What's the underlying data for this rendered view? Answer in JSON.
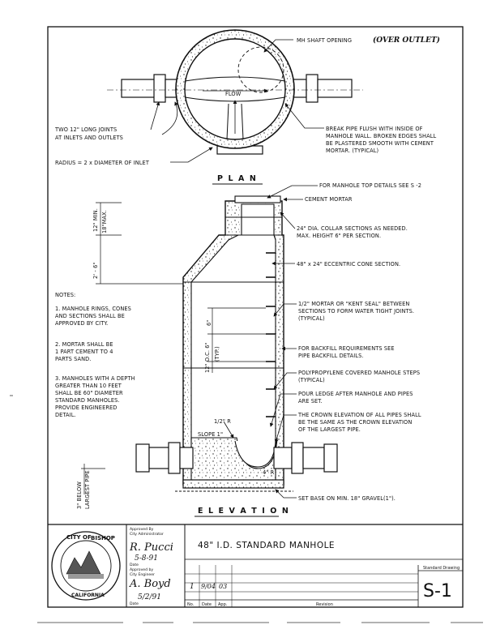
{
  "plan": {
    "title": "P L A N",
    "flow": "FLOW",
    "mh_shaft": "MH SHAFT OPENING",
    "mh_shaft_hand": "(OVER  OUTLET)",
    "joints": [
      "TWO 12\" LONG JOINTS",
      "AT INLETS AND OUTLETS"
    ],
    "break_pipe": [
      "BREAK PIPE FLUSH WITH INSIDE OF",
      "MANHOLE WALL.  BROKEN EDGES SHALL",
      "BE PLASTERED SMOOTH WITH CEMENT",
      "MORTAR.  (TYPICAL)"
    ],
    "radius": "RADIUS = 2 x DIAMETER OF INLET"
  },
  "elevation": {
    "title": "E L E V A T I O N",
    "callouts": {
      "top_details": "FOR MANHOLE TOP DETAILS SEE S -2",
      "mortar": "CEMENT MORTAR",
      "collar": [
        "24\" DIA. COLLAR SECTIONS AS NEEDED.",
        "MAX. HEIGHT 6\" PER SECTION."
      ],
      "cone": "48\" x 24\" ECCENTRIC CONE SECTION.",
      "seal": [
        "1/2\" MORTAR OR \"KENT SEAL\" BETWEEN",
        "SECTIONS TO FORM WATER TIGHT JOINTS.",
        "(TYPICAL)"
      ],
      "backfill": [
        "FOR BACKFILL REQUIREMENTS SEE",
        "PIPE BACKFILL DETAILS."
      ],
      "steps": [
        "POLYPROPYLENE COVERED MANHOLE STEPS",
        "(TYPICAL)"
      ],
      "ledge": [
        "POUR LEDGE AFTER MANHOLE AND PIPES",
        "ARE SET."
      ],
      "crown": [
        "THE CROWN ELEVATION OF ALL PIPES SHALL",
        "BE THE SAME AS THE CROWN ELEVATION",
        "OF THE LARGEST PIPE."
      ],
      "base": "SET BASE ON MIN. 18\" GRAVEL(1\")."
    },
    "dims": {
      "d12min": "12\" MIN.",
      "d18max": "18\"MAX.",
      "d2_6": "2' - 6\"",
      "d6": "6\"",
      "d12oc": "12\" O.C. 6\"",
      "typ": "(TYP.)",
      "half_r": "1/2\" R",
      "slope": "SLOPE 1\"",
      "four_r": "4\" R",
      "below": [
        "3\" BELOW",
        "LARGEST PIPE"
      ]
    }
  },
  "notes": {
    "heading": "NOTES:",
    "items": [
      [
        "1.   MANHOLE RINGS, CONES",
        "AND SECTIONS SHALL BE",
        "APPROVED BY CITY."
      ],
      [
        "2.   MORTAR SHALL BE",
        "1 PART CEMENT TO 4",
        "PARTS SAND."
      ],
      [
        "3.   MANHOLES WITH A DEPTH",
        "GREATER THAN 10 FEET",
        "SHALL BE 60\" DIAMETER",
        "STANDARD MANHOLES.",
        "PROVIDE ENGINEERED",
        "DETAIL."
      ]
    ]
  },
  "title_block": {
    "seal_top": "CITY OF",
    "seal_name": "BISHOP",
    "seal_bottom": "CALIFORNIA",
    "approved_admin": [
      "Approved By",
      "City Administrator"
    ],
    "sig1": "R. Pucci",
    "date1": "5-8-91",
    "date_label": "Date",
    "approved_eng": [
      "Approved by",
      "City Engineer"
    ],
    "sig2": "A. Boyd",
    "date2": "5/2/91",
    "date_label2": "Date",
    "drawing_title": "48\" I.D. STANDARD MANHOLE",
    "rev_no": "1",
    "rev_date": "9/04",
    "rev_app": "03",
    "col_no": "No.",
    "col_date": "Date",
    "col_app": "App.",
    "col_revision": "Revision",
    "std_drawing": "Standard Drawing",
    "sheet_no": "S-1"
  }
}
